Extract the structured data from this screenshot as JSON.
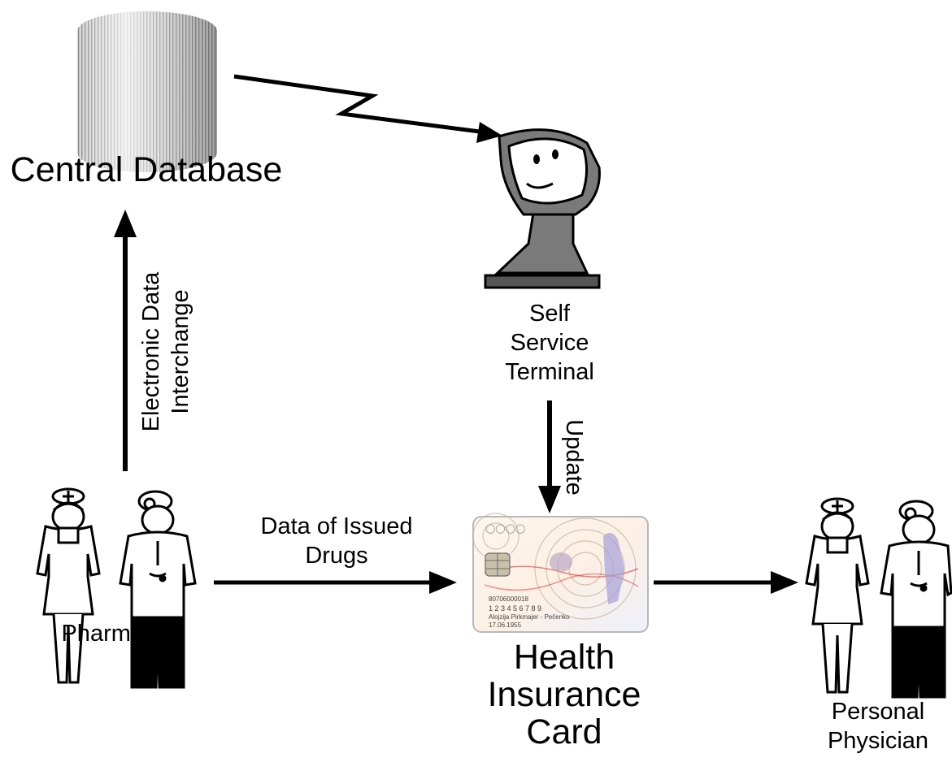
{
  "nodes": {
    "central_database": {
      "label": "Central Database",
      "icon": "database-icon"
    },
    "self_service_terminal": {
      "label_lines": [
        "Self",
        "Service",
        "Terminal"
      ],
      "icon": "kiosk-terminal-icon"
    },
    "health_insurance_card": {
      "label_lines": [
        "Health",
        "Insurance",
        "Card"
      ],
      "icon": "smart-card-icon",
      "card_text": [
        "80706000018",
        "1 2 3 4 5 6 7 8 9",
        "Alojzija Pirkmajer - Pečenko",
        "17.06.1955"
      ]
    },
    "pharmacist": {
      "label": "Pharmacist",
      "icon": "nurse-and-doctor-icon"
    },
    "personal_physician": {
      "label_lines": [
        "Personal",
        "Physician"
      ],
      "icon": "nurse-and-doctor-icon"
    }
  },
  "edges": {
    "edi": {
      "label_lines": [
        "Electronic Data",
        "Interchange"
      ]
    },
    "update": {
      "label": "Update"
    },
    "issued_drugs": {
      "label_lines": [
        "Data of Issued",
        "Drugs"
      ]
    }
  },
  "colors": {
    "ink": "#000000",
    "terminal_gray": "#7a7a7a",
    "terminal_dark": "#3c3c3c",
    "db_light": "#ececec",
    "db_dark": "#8a8a8a"
  }
}
